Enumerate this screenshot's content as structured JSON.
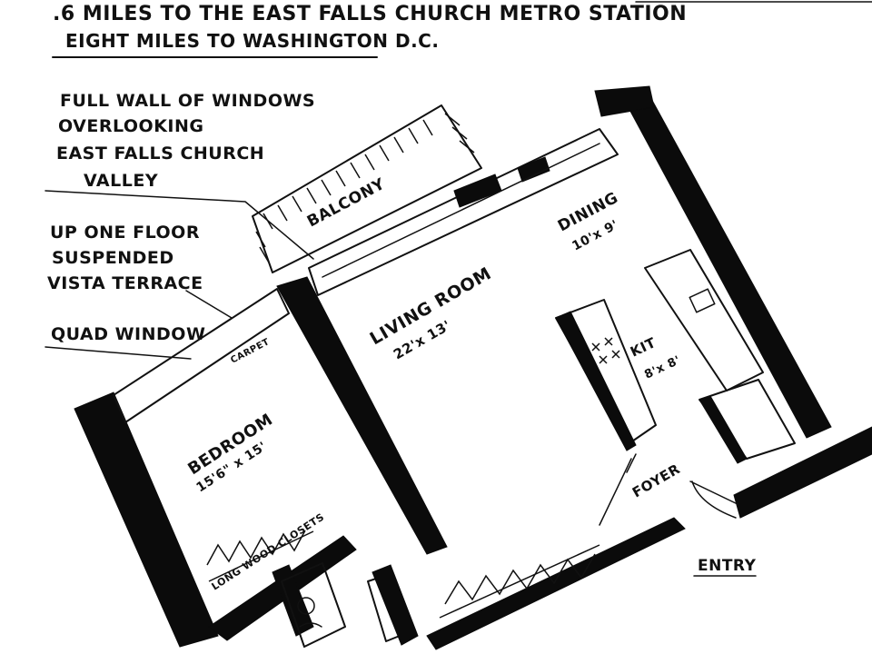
{
  "header": {
    "line1": ".6 MILES TO THE EAST FALLS CHURCH METRO STATION",
    "line2": "EIGHT MILES TO WASHINGTON D.C."
  },
  "callouts": {
    "windows": [
      "FULL WALL OF WINDOWS",
      "OVERLOOKING",
      "EAST FALLS CHURCH",
      "VALLEY"
    ],
    "terrace": [
      "UP ONE FLOOR",
      "SUSPENDED",
      "VISTA TERRACE"
    ],
    "quad": "QUAD WINDOW"
  },
  "rooms": {
    "balcony": "BALCONY",
    "dining": {
      "name": "DINING",
      "size": "10'x 9'"
    },
    "living": {
      "name": "LIVING ROOM",
      "size": "22'x 13'"
    },
    "kitchen": {
      "name": "KIT",
      "size": "8'x 8'"
    },
    "bedroom": {
      "name": "BEDROOM",
      "size": "15'6\" x 15'"
    },
    "foyer": "FOYER",
    "entry": "ENTRY",
    "carpet": "CARPET",
    "closets": "LONG WOOD CLOSETS"
  }
}
